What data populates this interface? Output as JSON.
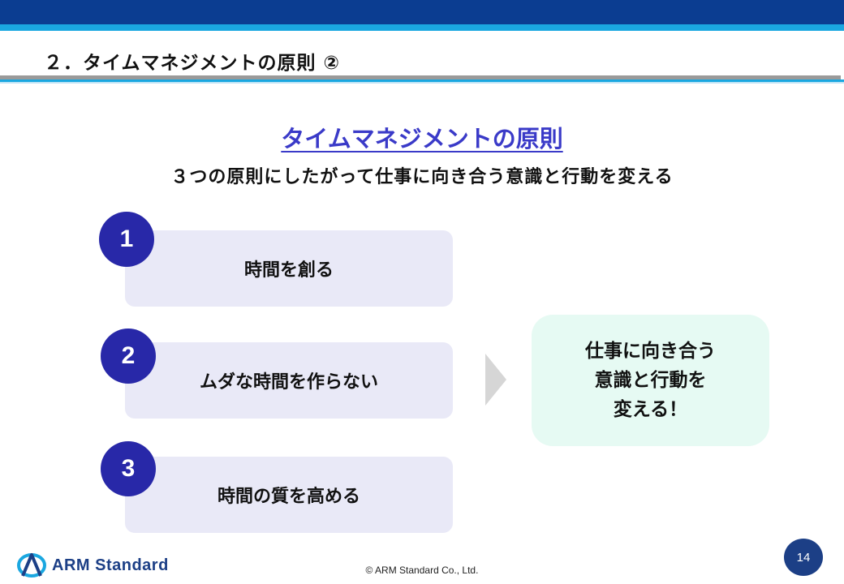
{
  "header": {
    "section_title": "２．タイムマネジメントの原則 ②"
  },
  "heading": {
    "title": "タイムマネジメントの原則",
    "subtitle": "３つの原則にしたがって仕事に向き合う意識と行動を変える"
  },
  "principles": [
    {
      "number": "1",
      "text": "時間を創る"
    },
    {
      "number": "2",
      "text": "ムダな時間を作らない"
    },
    {
      "number": "3",
      "text": "時間の質を高める"
    }
  ],
  "result": {
    "lines": [
      "仕事に向き合う",
      "意識と行動を",
      "変える！"
    ]
  },
  "footer": {
    "brand": "ARM Standard",
    "copyright": "© ARM Standard Co., Ltd.",
    "page_number": "14"
  },
  "colors": {
    "header_band": "#0b3d91",
    "header_stripe": "#1aa7e0",
    "heading": "#3a3ac8",
    "badge": "#2828a8",
    "card": "#e9e9f7",
    "result_box": "#e6faf3"
  },
  "icons": {
    "arrow": "chevron-right-icon",
    "logo": "arm-logo-icon"
  }
}
